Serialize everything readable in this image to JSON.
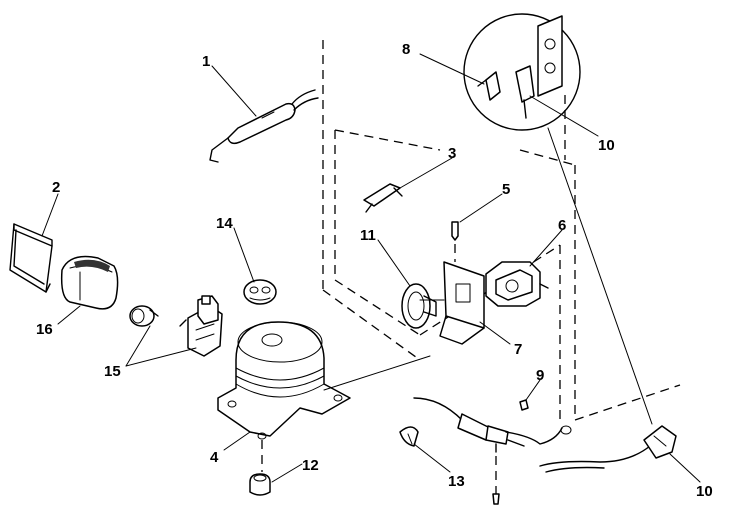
{
  "diagram": {
    "callouts": {
      "c1": "1",
      "c2": "2",
      "c3": "3",
      "c4": "4",
      "c5": "5",
      "c6": "6",
      "c7": "7",
      "c8": "8",
      "c9": "9",
      "c10a": "10",
      "c10b": "10",
      "c11": "11",
      "c12": "12",
      "c13": "13",
      "c14": "14",
      "c15": "15",
      "c16": "16"
    }
  }
}
